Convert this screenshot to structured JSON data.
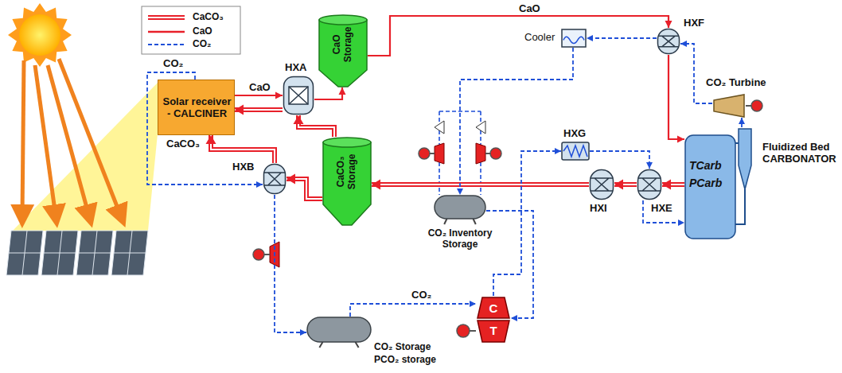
{
  "diagram": {
    "nodes": [
      {
        "text": [
          "Solar receiver - CALCINER"
        ]
      },
      {
        "text": [
          "HXA"
        ]
      },
      {
        "text": [
          "CaO Storage"
        ]
      },
      {
        "text": [
          "CaCO₃ Storage"
        ]
      },
      {
        "text": [
          "HXB"
        ]
      },
      {
        "text": [
          "CO₂ Storage",
          "PCO₂ storage"
        ]
      },
      {
        "text": [
          "CO₂ Inventory Storage"
        ]
      },
      {
        "text": [
          "C",
          "T"
        ]
      },
      {
        "text": [
          "Cooler"
        ]
      },
      {
        "text": [
          "HXF"
        ]
      },
      {
        "text": [
          "HXG"
        ]
      },
      {
        "text": [
          "HXI"
        ]
      },
      {
        "text": [
          "HXE"
        ]
      },
      {
        "text": [
          "CO₂ Turbine"
        ]
      },
      {
        "text": [
          "TCarb",
          "PCarb",
          "Fluidized Bed CARBONATOR"
        ]
      }
    ],
    "edges": [
      {
        "from": 0,
        "to": 1,
        "label": "CaO",
        "arrow": "to"
      },
      {
        "from": 1,
        "to": 2,
        "arrow": "to"
      },
      {
        "from": 2,
        "to": 9,
        "label": "CaO",
        "arrow": "to"
      },
      {
        "from": 9,
        "to": 14,
        "arrow": "to"
      },
      {
        "from": 14,
        "to": 12,
        "arrow": "to"
      },
      {
        "from": 12,
        "to": 11,
        "arrow": "to"
      },
      {
        "from": 11,
        "to": 3,
        "arrow": "to"
      },
      {
        "from": 3,
        "to": 1,
        "arrow": "to"
      },
      {
        "from": 1,
        "to": 0,
        "arrow": "to"
      },
      {
        "from": 3,
        "to": 4,
        "arrow": "to"
      },
      {
        "from": 4,
        "to": 0,
        "arrow": "to"
      },
      {
        "from": 0,
        "to": 4,
        "arrow": "to"
      },
      {
        "from": 4,
        "to": 5,
        "arrow": "to"
      },
      {
        "from": 5,
        "to": 7,
        "label": "CO₂",
        "arrow": "to"
      },
      {
        "from": 7,
        "to": 10,
        "arrow": "to"
      },
      {
        "from": 10,
        "to": 12,
        "arrow": "to"
      },
      {
        "from": 12,
        "to": 14,
        "arrow": "to"
      },
      {
        "from": 14,
        "to": 13,
        "arrow": "to"
      },
      {
        "from": 13,
        "to": 9,
        "arrow": "to"
      },
      {
        "from": 9,
        "to": 8,
        "arrow": "to"
      },
      {
        "from": 8,
        "to": 6,
        "arrow": "to"
      },
      {
        "from": 6,
        "to": 7,
        "arrow": "to"
      }
    ],
    "labels": [
      "CO₂",
      "CaCO₃"
    ],
    "legend": [
      {
        "text": "CaCO₃"
      },
      {
        "text": "CaO"
      },
      {
        "text": "CO₂"
      }
    ]
  }
}
